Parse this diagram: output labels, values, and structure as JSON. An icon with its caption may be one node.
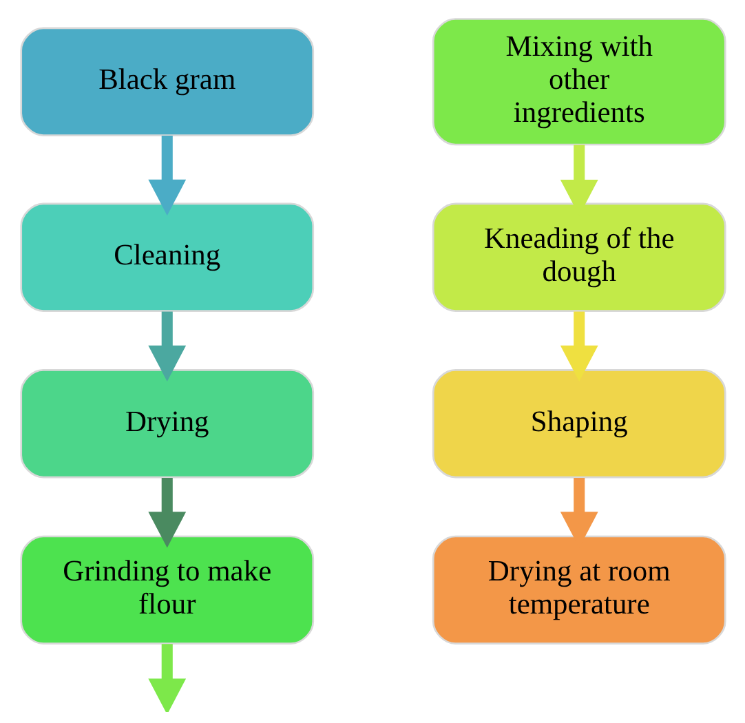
{
  "diagram": {
    "nodes": [
      {
        "text": [
          "Black gram"
        ]
      },
      {
        "text": [
          "Cleaning"
        ]
      },
      {
        "text": [
          "Drying"
        ]
      },
      {
        "text": [
          "Grinding to make flour"
        ]
      },
      {
        "text": [
          "Mixing with other ingredients"
        ]
      },
      {
        "text": [
          "Kneading of the dough"
        ]
      },
      {
        "text": [
          "Shaping"
        ]
      },
      {
        "text": [
          "Drying at room temperature"
        ]
      }
    ],
    "edges": [
      {
        "from": 0,
        "to": 1,
        "arrow": "to",
        "color": "#4bacc6"
      },
      {
        "from": 1,
        "to": 2,
        "arrow": "to",
        "color": "#4ba8a0"
      },
      {
        "from": 2,
        "to": 3,
        "arrow": "to",
        "color": "#4a8a60"
      },
      {
        "from": 3,
        "to": null,
        "arrow": "to",
        "color": "#7de84a"
      },
      {
        "from": 4,
        "to": 5,
        "arrow": "to",
        "color": "#c2ea48"
      },
      {
        "from": 5,
        "to": 6,
        "arrow": "to",
        "color": "#efe040"
      },
      {
        "from": 6,
        "to": 7,
        "arrow": "to",
        "color": "#f39748"
      }
    ]
  }
}
